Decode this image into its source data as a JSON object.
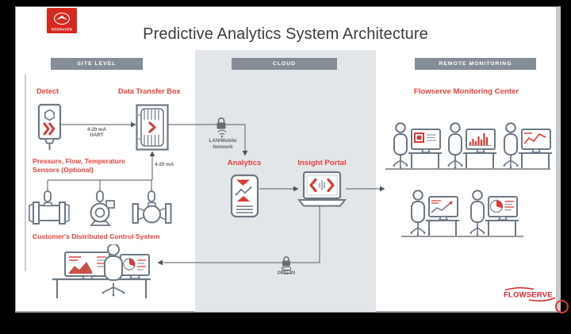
{
  "header": {
    "logo_brand": "REDRAVEN",
    "title": "Predictive Analytics System Architecture"
  },
  "sections": {
    "site_level": "SITE LEVEL",
    "cloud": "CLOUD",
    "remote_monitoring": "REMOTE MONITORING"
  },
  "site": {
    "detect": "Detect",
    "data_transfer_box": "Data Transfer Box",
    "link_hart_line1": "4-20 mA",
    "link_hart_line2": "HART",
    "link_ma": "4-20 mA",
    "sensors_line1": "Pressure, Flow, Temperature",
    "sensors_line2": "Sensors (Optional)",
    "dcs": "Customer's Distributed Control System"
  },
  "cloud": {
    "network_line1": "LAN/Mobile",
    "network_line2": "Network",
    "analytics": "Analytics",
    "insight_portal": "Insight Portal",
    "pi_to_pi": "PI-to-PI"
  },
  "remote": {
    "title": "Flowserve Monitoring Center"
  },
  "footer": {
    "brand": "FLOWSERVE"
  },
  "colors": {
    "brand_red": "#d6281f",
    "label_red": "#e5403c",
    "icon_gray": "#6d7884",
    "line_gray": "#73777b",
    "header_bar_bg": "#858e96",
    "cloud_bg": "#e3e6e9"
  }
}
